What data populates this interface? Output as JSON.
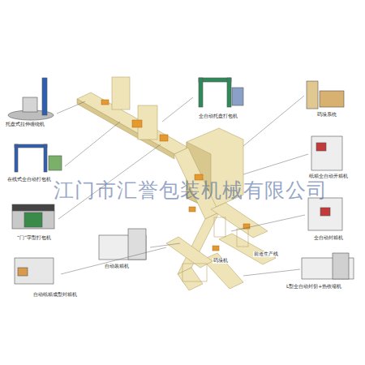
{
  "diagram": {
    "labels": [
      "托盘式拉伸缠绕机",
      "在线式全自动打包机",
      "“门”字型打包机",
      "自动纸箱成型封箱机",
      "自动装箱机",
      "全自动托盘打包机",
      "码垛系统",
      "纸箱全自动开箱机",
      "全自动封箱机",
      "码垛机",
      "前道生产线",
      "L型全自动封切+热收缩机",
      "江门市汇誉包装机械有限公司"
    ]
  }
}
